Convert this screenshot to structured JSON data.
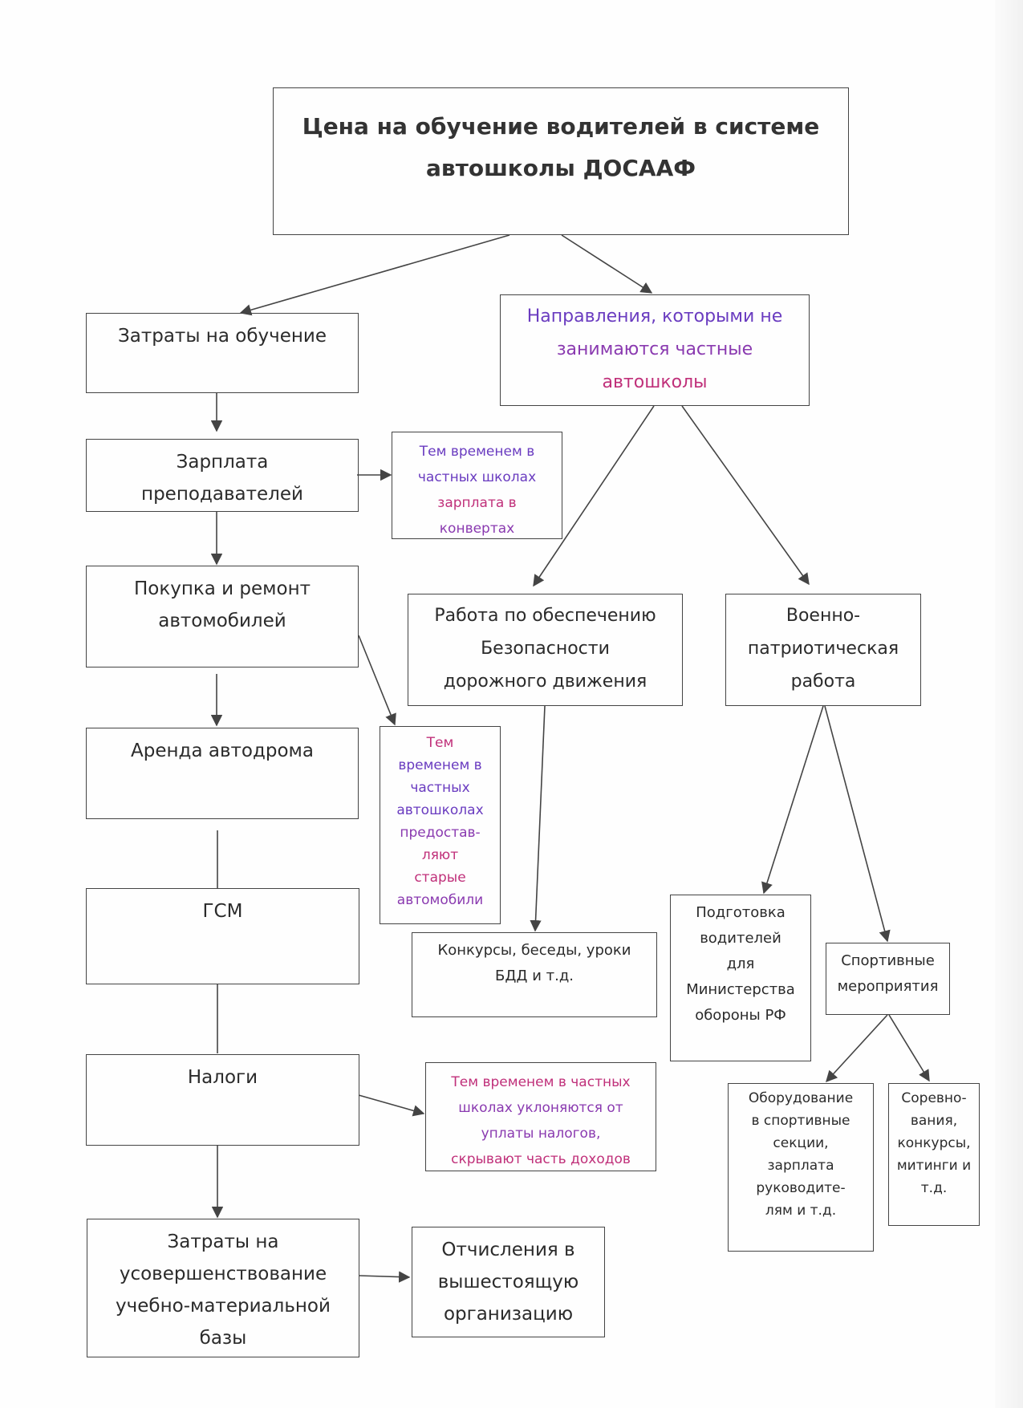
{
  "colors": {
    "ink": "#2b2b2b",
    "line": "#444444",
    "purple": "#6a3cc0",
    "magenta": "#c0307a",
    "violet": "#8a3ab0"
  },
  "root": {
    "lines": [
      "Цена на обучение водителей в системе",
      "автошколы ДОСААФ"
    ]
  },
  "left_branch": {
    "costs": {
      "lines": [
        "Затраты на обучение"
      ]
    },
    "salary": {
      "lines": [
        "Зарплата",
        "преподавателей"
      ]
    },
    "cars": {
      "lines": [
        "Покупка и ремонт",
        "автомобилей"
      ]
    },
    "autodrome": {
      "lines": [
        "Аренда автодрома"
      ]
    },
    "fuel": {
      "lines": [
        "ГСМ"
      ]
    },
    "taxes": {
      "lines": [
        "Налоги"
      ]
    },
    "base": {
      "lines": [
        "Затраты на",
        "усовершенствование",
        "учебно-материальной",
        "базы"
      ]
    },
    "deductions": {
      "lines": [
        "Отчисления в",
        "вышестоящую",
        "организацию"
      ]
    }
  },
  "notes": {
    "salary_note": {
      "lines": [
        "Тем временем в",
        "частных школах",
        "зарплата в",
        "конвертах"
      ]
    },
    "cars_note": {
      "lines": [
        "Тем",
        "временем в",
        "частных",
        "автошколах",
        "предостав-",
        "ляют",
        "старые",
        "автомобили"
      ]
    },
    "taxes_note": {
      "lines": [
        "Тем временем в частных",
        "школах уклоняются от",
        "уплаты налогов,",
        "скрывают часть доходов"
      ]
    }
  },
  "right_branch": {
    "directions": {
      "lines": [
        "Направления, которыми  не",
        "занимаются частные",
        "автошколы"
      ]
    },
    "road_safety": {
      "lines": [
        "Работа по обеспечению",
        "Безопасности",
        "дорожного движения"
      ]
    },
    "military": {
      "lines": [
        "Военно-",
        "патриотическая",
        "работа"
      ]
    },
    "contests": {
      "lines": [
        "Конкурсы, беседы, уроки",
        "БДД и т.д."
      ]
    },
    "training": {
      "lines": [
        "Подготовка",
        "водителей",
        "для",
        "Министерства",
        "обороны РФ"
      ]
    },
    "sports": {
      "lines": [
        "Спортивные",
        "мероприятия"
      ]
    },
    "equipment": {
      "lines": [
        "Оборудование",
        "в спортивные",
        "секции,",
        "зарплата",
        "руководите-",
        "лям и т.д."
      ]
    },
    "competitions": {
      "lines": [
        "Соревно-",
        "вания,",
        "конкурсы,",
        "митинги и",
        "т.д."
      ]
    }
  }
}
